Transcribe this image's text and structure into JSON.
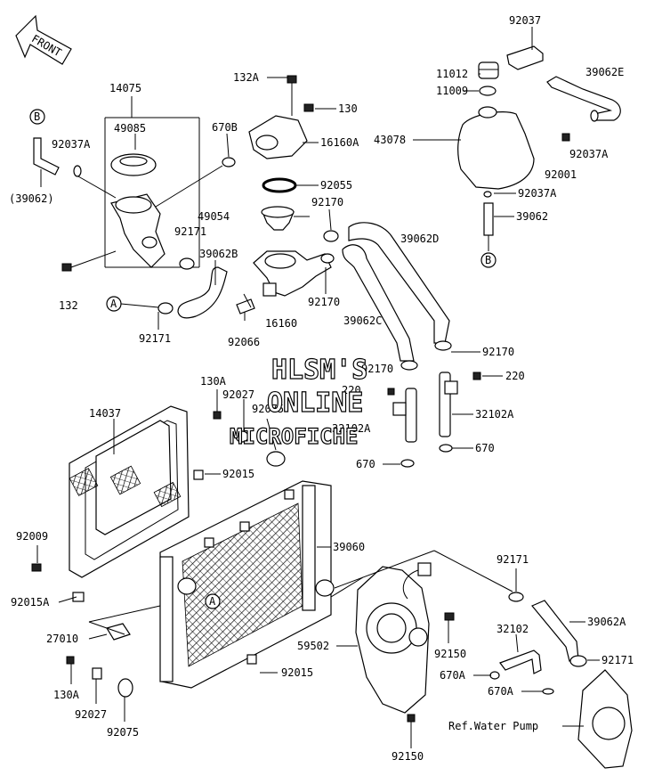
{
  "front_label": "FRONT",
  "callouts": {
    "b_top": "B",
    "b_right": "B",
    "a_left": "A",
    "a_radiator": "A"
  },
  "labels": [
    {
      "id": "l92037",
      "text": "92037"
    },
    {
      "id": "l11012",
      "text": "11012"
    },
    {
      "id": "l39062E",
      "text": "39062E"
    },
    {
      "id": "l132A",
      "text": "132A"
    },
    {
      "id": "l11009",
      "text": "11009"
    },
    {
      "id": "l14075",
      "text": "14075"
    },
    {
      "id": "l130",
      "text": "130"
    },
    {
      "id": "l49085",
      "text": "49085"
    },
    {
      "id": "l43078",
      "text": "43078"
    },
    {
      "id": "l16160A",
      "text": "16160A"
    },
    {
      "id": "l670B",
      "text": "670B"
    },
    {
      "id": "l92037A_1",
      "text": "92037A"
    },
    {
      "id": "l92037A_2",
      "text": "92037A"
    },
    {
      "id": "l92001",
      "text": "92001"
    },
    {
      "id": "l39062p",
      "text": "(39062)"
    },
    {
      "id": "l92055",
      "text": "92055"
    },
    {
      "id": "l92037A_3",
      "text": "92037A"
    },
    {
      "id": "l92170_1",
      "text": "92170"
    },
    {
      "id": "l39062",
      "text": "39062"
    },
    {
      "id": "l49054",
      "text": "49054"
    },
    {
      "id": "l92171_1",
      "text": "92171"
    },
    {
      "id": "l39062D",
      "text": "39062D"
    },
    {
      "id": "l39062B",
      "text": "39062B"
    },
    {
      "id": "l132",
      "text": "132"
    },
    {
      "id": "l92170_2",
      "text": "92170"
    },
    {
      "id": "l16160",
      "text": "16160"
    },
    {
      "id": "l39062C",
      "text": "39062C"
    },
    {
      "id": "l92171_2",
      "text": "92171"
    },
    {
      "id": "l92066",
      "text": "92066"
    },
    {
      "id": "l92170_3",
      "text": "92170"
    },
    {
      "id": "l130A_1",
      "text": "130A"
    },
    {
      "id": "l92170_4",
      "text": "92170"
    },
    {
      "id": "l220_1",
      "text": "220"
    },
    {
      "id": "l92027_1",
      "text": "92027"
    },
    {
      "id": "l220_2",
      "text": "220"
    },
    {
      "id": "l14037",
      "text": "14037"
    },
    {
      "id": "l92075_1",
      "text": "92075"
    },
    {
      "id": "l32102A_1",
      "text": "32102A"
    },
    {
      "id": "l32102A_2",
      "text": "32102A"
    },
    {
      "id": "l670_1",
      "text": "670"
    },
    {
      "id": "l670_2",
      "text": "670"
    },
    {
      "id": "l92015_1",
      "text": "92015"
    },
    {
      "id": "l92009",
      "text": "92009"
    },
    {
      "id": "l39060",
      "text": "39060"
    },
    {
      "id": "l92171_3",
      "text": "92171"
    },
    {
      "id": "l92015A",
      "text": "92015A"
    },
    {
      "id": "l39062A",
      "text": "39062A"
    },
    {
      "id": "l27010",
      "text": "27010"
    },
    {
      "id": "l59502",
      "text": "59502"
    },
    {
      "id": "l32102",
      "text": "32102"
    },
    {
      "id": "l92150_1",
      "text": "92150"
    },
    {
      "id": "l92171_4",
      "text": "92171"
    },
    {
      "id": "l92015_2",
      "text": "92015"
    },
    {
      "id": "l670A_1",
      "text": "670A"
    },
    {
      "id": "l130A_2",
      "text": "130A"
    },
    {
      "id": "l670A_2",
      "text": "670A"
    },
    {
      "id": "l92027_2",
      "text": "92027"
    },
    {
      "id": "lrefwp",
      "text": "Ref.Water Pump"
    },
    {
      "id": "l92075_2",
      "text": "92075"
    },
    {
      "id": "l92150_2",
      "text": "92150"
    }
  ],
  "watermark": [
    "HLSM'S",
    "ONLINE",
    "MICROFICHE"
  ]
}
